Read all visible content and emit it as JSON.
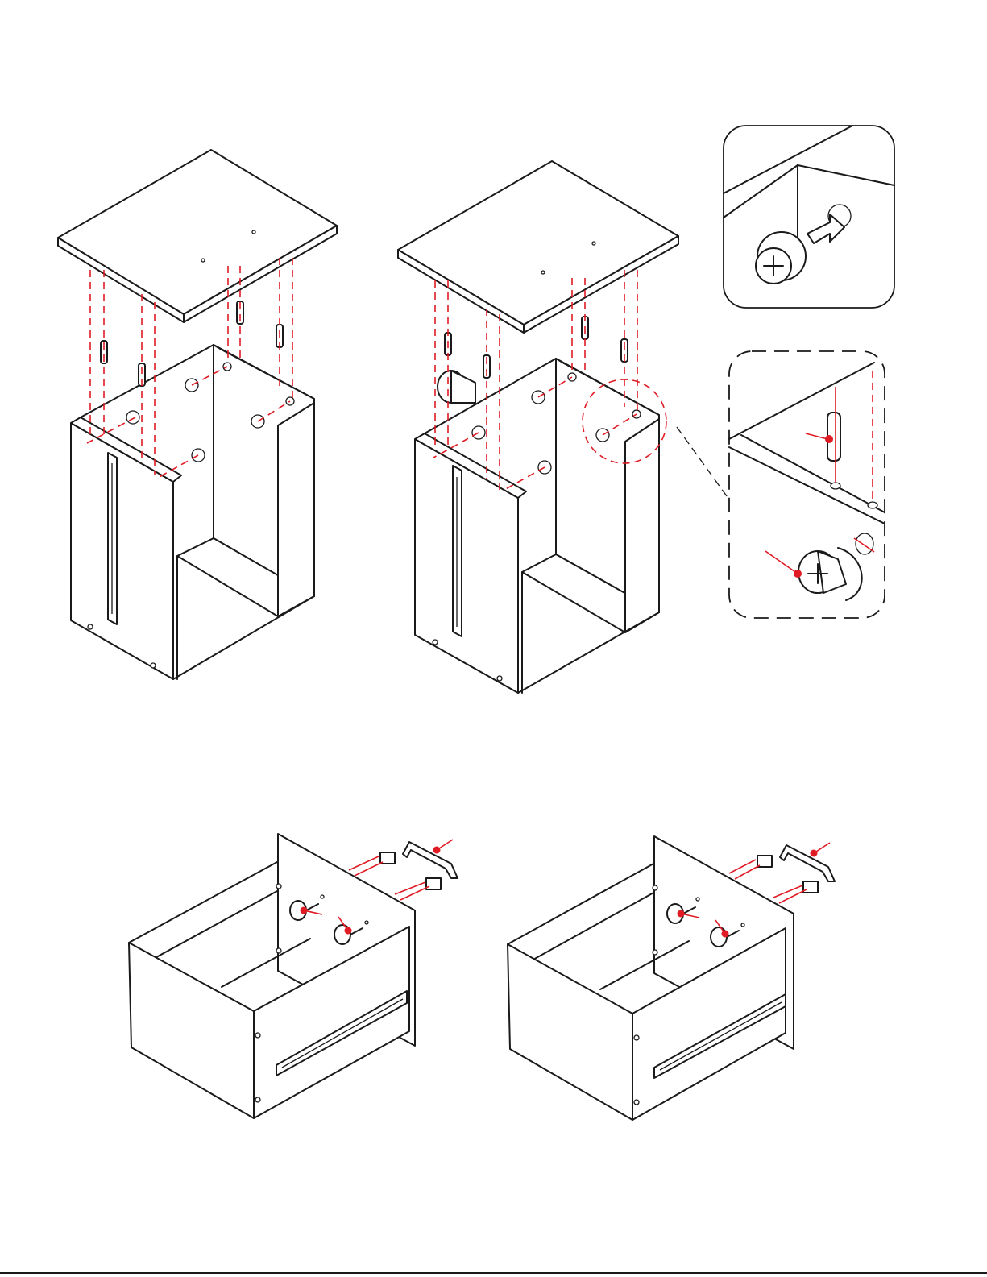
{
  "page": {
    "background": "#ffffff"
  },
  "colors": {
    "line": "#1a1a1a",
    "guide": "#e01b24",
    "callout_dot": "#e01b24"
  },
  "figures": [
    {
      "name": "cabinet-top-dowels",
      "icon": "cabinet-assembly-icon"
    },
    {
      "name": "cabinet-top-cam-locks",
      "icon": "cabinet-assembly-icon"
    },
    {
      "name": "detail-cam-lock-insert",
      "icon": "cam-lock-icon"
    },
    {
      "name": "detail-dowel-and-cam-turn",
      "icon": "dowel-icon"
    },
    {
      "name": "drawer-handle-left",
      "icon": "drawer-handle-icon"
    },
    {
      "name": "drawer-handle-right",
      "icon": "drawer-handle-icon"
    }
  ]
}
